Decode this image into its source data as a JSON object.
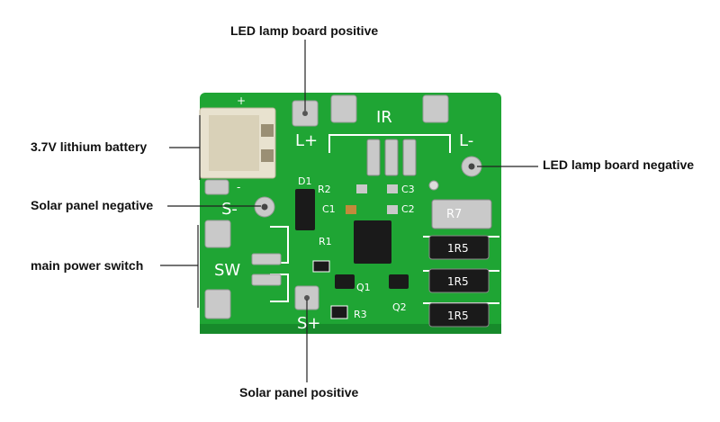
{
  "labels": {
    "led_positive": "LED lamp board positive",
    "led_negative": "LED lamp board negative",
    "battery": "3.7V lithium battery",
    "solar_negative": "Solar panel negative",
    "power_switch": "main power switch",
    "solar_positive": "Solar panel positive"
  },
  "silkscreen": {
    "ir": "IR",
    "l_plus": "L+",
    "l_minus": "L-",
    "s_minus": "S-",
    "s_plus": "S+",
    "sw": "SW",
    "d1": "D1",
    "r1": "R1",
    "r2": "R2",
    "r3": "R3",
    "r7": "R7",
    "c1": "C1",
    "c2": "C2",
    "c3": "C3",
    "q1": "Q1",
    "q2": "Q2",
    "res_1r5_a": "1R5",
    "res_1r5_b": "1R5",
    "res_1r5_c": "1R5",
    "plus_mark": "+",
    "minus_mark": "-"
  },
  "colors": {
    "pcb": "#1fa534",
    "pcb_dark": "#17852a",
    "pad": "#c9c9c9",
    "connector": "#e8e2cf",
    "chip": "#1a1a1a"
  }
}
